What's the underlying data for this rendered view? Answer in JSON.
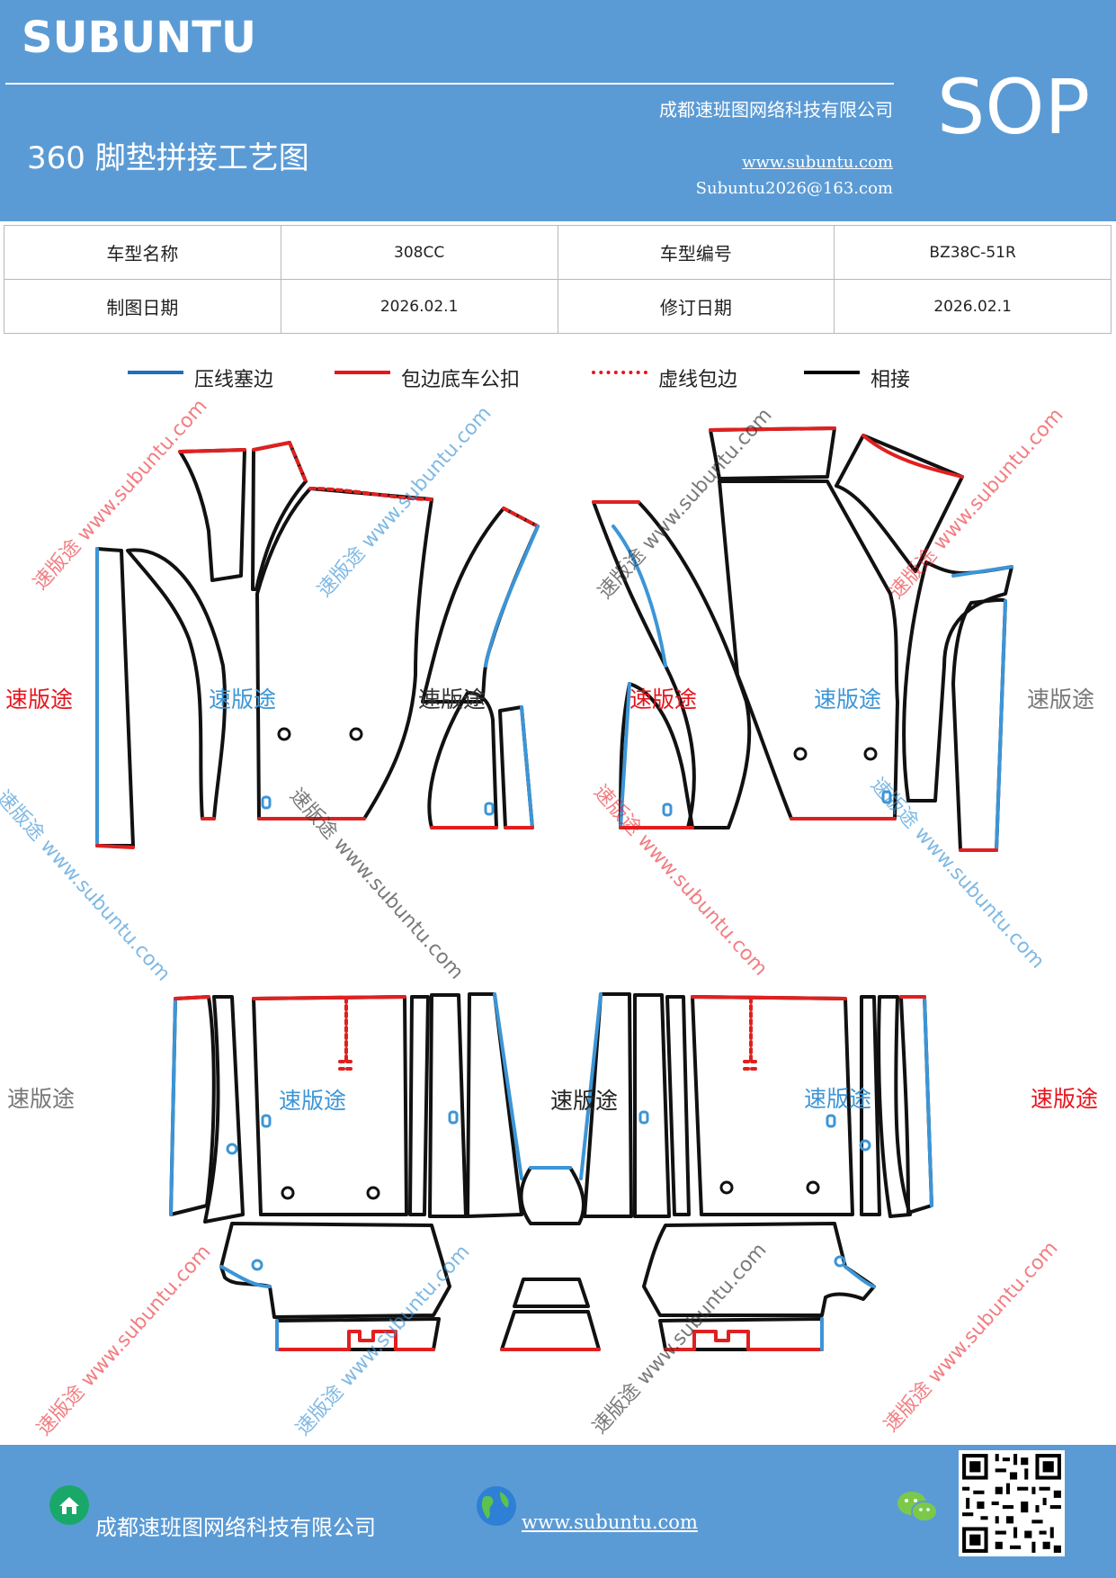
{
  "header": {
    "brand": "SUBUNTU",
    "badge": "SOP",
    "company": "成都速班图网络科技有限公司",
    "title": "360 脚垫拼接工艺图",
    "website": "www.subuntu.com",
    "email": "Subuntu2026@163.com"
  },
  "info": {
    "model_name_label": "车型名称",
    "model_name_value": "308CC",
    "model_code_label": "车型编号",
    "model_code_value": "BZ38C-51R",
    "draw_date_label": "制图日期",
    "draw_date_value": "2026.02.1",
    "revise_date_label": "修订日期",
    "revise_date_value": "2026.02.1"
  },
  "legend": [
    {
      "label": "压线塞边",
      "color": "#1f6fbf",
      "style": "solid"
    },
    {
      "label": "包边底车公扣",
      "color": "#e8141c",
      "style": "solid"
    },
    {
      "label": "虚线包边",
      "color": "#e8141c",
      "style": "dotted"
    },
    {
      "label": "相接",
      "color": "#000000",
      "style": "solid"
    }
  ],
  "watermark": {
    "brand_cn": "速版途",
    "url_text": "速版途 www.subuntu.com"
  },
  "colors": {
    "header_bg": "#5b9bd5",
    "blue_edge": "#3c95d6",
    "red_edge": "#e02020",
    "outline": "#111111"
  },
  "footer": {
    "company": "成都速班图网络科技有限公司",
    "website": "www.subuntu.com"
  },
  "icons": [
    "home-icon",
    "globe-icon",
    "wechat-icon",
    "qr-code"
  ]
}
